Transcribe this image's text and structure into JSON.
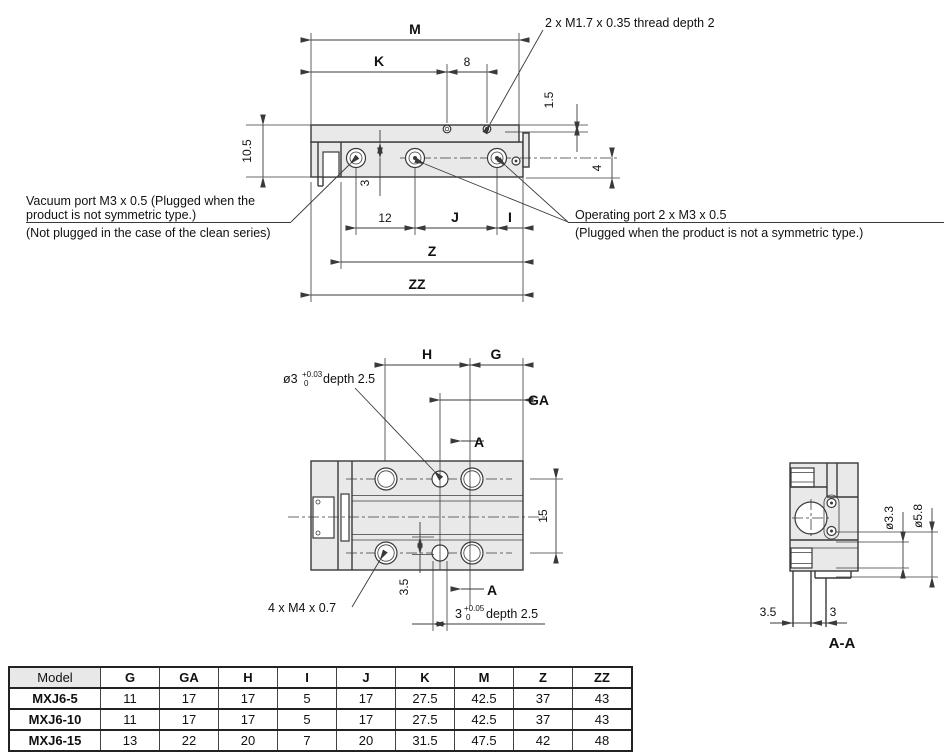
{
  "colors": {
    "line": "#3a3a3a",
    "body_fill": "#e9e9e9",
    "text": "#111111",
    "table_header_bg": "#e8e8e8"
  },
  "top_view": {
    "dim_m": "M",
    "dim_k": "K",
    "dim_8": "8",
    "dim_1_5": "1.5",
    "dim_10_5": "10.5",
    "dim_3": "3",
    "dim_4": "4",
    "dim_12": "12",
    "dim_j": "J",
    "dim_i": "I",
    "dim_z": "Z",
    "dim_zz": "ZZ",
    "thread_callout": "2 x M1.7 x 0.35 thread depth 2",
    "vacuum_port_line1": "Vacuum port M3 x 0.5 (Plugged when the",
    "vacuum_port_line2": "product is not symmetric type.)",
    "vacuum_port_line3": "(Not plugged in the case of the clean series)",
    "operating_port_line1": "Operating port 2 x M3 x 0.5",
    "operating_port_line2": "(Plugged when the product is not a symmetric type.)"
  },
  "plan_view": {
    "dim_h": "H",
    "dim_g": "G",
    "dim_ga": "GA",
    "dim_15": "15",
    "dim_3_5": "3.5",
    "section_label_top": "A",
    "section_label_bottom": "A",
    "pin_hole_callout": {
      "prefix": "ø3",
      "tol_plus": "+0.03",
      "tol_minus": "0",
      "suffix": "depth 2.5"
    },
    "m4_callout": "4 x M4 x 0.7",
    "pin_dim": {
      "prefix": "3",
      "tol_plus": "+0.05",
      "tol_minus": "0",
      "suffix": "depth 2.5"
    }
  },
  "section_view": {
    "dim_d3_3": "ø3.3",
    "dim_d5_8": "ø5.8",
    "dim_3_5": "3.5",
    "dim_3": "3",
    "title": "A-A"
  },
  "table": {
    "headers": [
      "Model",
      "G",
      "GA",
      "H",
      "I",
      "J",
      "K",
      "M",
      "Z",
      "ZZ"
    ],
    "rows": [
      {
        "model": "MXJ6-5",
        "values": [
          "11",
          "17",
          "17",
          "5",
          "17",
          "27.5",
          "42.5",
          "37",
          "43"
        ]
      },
      {
        "model": "MXJ6-10",
        "values": [
          "11",
          "17",
          "17",
          "5",
          "17",
          "27.5",
          "42.5",
          "37",
          "43"
        ]
      },
      {
        "model": "MXJ6-15",
        "values": [
          "13",
          "22",
          "20",
          "7",
          "20",
          "31.5",
          "47.5",
          "42",
          "48"
        ]
      }
    ]
  }
}
